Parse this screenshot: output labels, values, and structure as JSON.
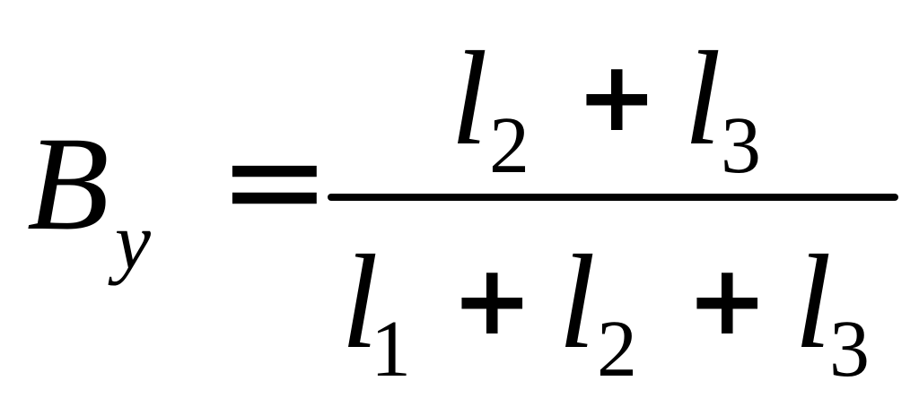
{
  "equation": {
    "lhs": {
      "symbol": "B",
      "subscript": "y"
    },
    "equals": "=",
    "numerator": [
      {
        "symbol": "l",
        "subscript": "2"
      },
      {
        "operator": "+"
      },
      {
        "symbol": "l",
        "subscript": "3"
      }
    ],
    "denominator": [
      {
        "symbol": "l",
        "subscript": "1"
      },
      {
        "operator": "+"
      },
      {
        "symbol": "l",
        "subscript": "2"
      },
      {
        "operator": "+"
      },
      {
        "symbol": "l",
        "subscript": "3"
      }
    ]
  }
}
